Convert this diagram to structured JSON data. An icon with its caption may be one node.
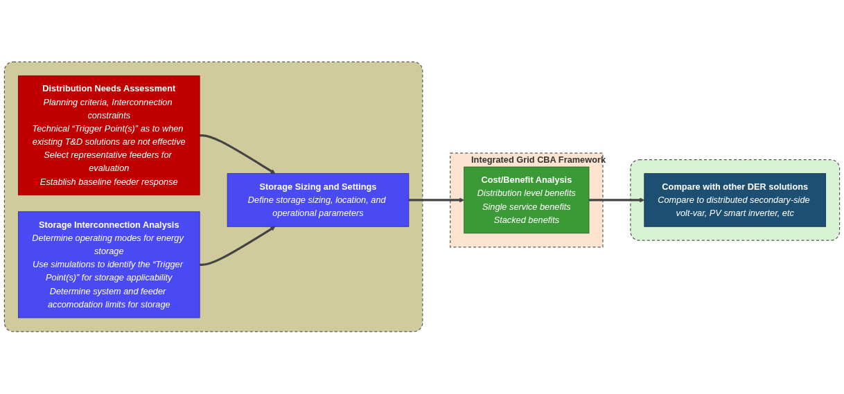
{
  "diagram": {
    "nodes": [
      {
        "text": [],
        "shape": "box"
      },
      {
        "text": [
          "Distribution Needs Assessment",
          "Planning criteria, Interconnection constraints",
          "Technical “Trigger Point(s)” as to when existing T&D solutions are not effective",
          "Select representative feeders for evaluation",
          "Establish baseline feeder response"
        ],
        "in": 0
      },
      {
        "text": [
          "Storage Interconnection Analysis",
          "Determine operating modes for energy storage",
          "Use simulations to identify the “Trigger Point(s)” for storage applicability",
          "Determine system and feeder accomodation limits for storage"
        ],
        "in": 0
      },
      {
        "text": [
          "Storage Sizing and Settings",
          "Define storage sizing, location, and operational parameters"
        ],
        "in": 0
      },
      {
        "text": [
          "Integrated Grid CBA Framework"
        ]
      },
      {
        "text": [
          "Cost/Benefit Analysis",
          "Distribution level benefits",
          "Single service benefits",
          "Stacked benefits"
        ],
        "in": 4
      },
      {
        "text": [],
        "shape": "box"
      },
      {
        "text": [
          "Compare with other DER solutions",
          "Compare to distributed secondary-side volt-var, PV smart inverter, etc"
        ],
        "in": 6
      }
    ],
    "edges": [
      {
        "from": 1,
        "to": 3,
        "arrow": "to"
      },
      {
        "from": 2,
        "to": 3,
        "arrow": "to"
      },
      {
        "from": 3,
        "to": 5,
        "arrow": "to"
      },
      {
        "from": 5,
        "to": 7,
        "arrow": "to"
      }
    ]
  }
}
